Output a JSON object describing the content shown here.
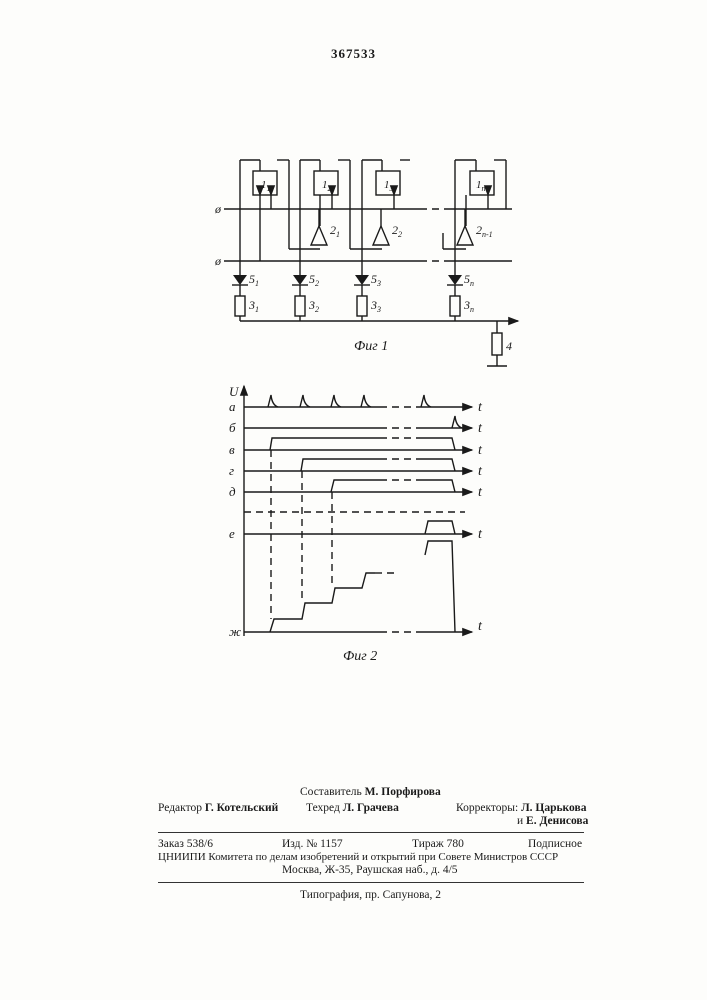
{
  "header": {
    "patent_number": "367533"
  },
  "fig1": {
    "caption": "Фиг 1",
    "blocks": [
      "1",
      "1",
      "1",
      "1"
    ],
    "block_subs": [
      "1",
      "2",
      "3",
      "n"
    ],
    "amps": [
      "2",
      "2",
      "2"
    ],
    "amp_subs": [
      "1",
      "2",
      "n-1"
    ],
    "diodes": [
      "5",
      "5",
      "5",
      "5"
    ],
    "diode_subs": [
      "1",
      "2",
      "3",
      "n"
    ],
    "resistors": [
      "3",
      "3",
      "3",
      "3"
    ],
    "resistor_subs": [
      "1",
      "2",
      "3",
      "n"
    ],
    "load_label": "4"
  },
  "fig2": {
    "caption": "Фиг 2",
    "axis_u": "U",
    "axis_t": "t",
    "row_labels": [
      "а",
      "б",
      "в",
      "г",
      "д",
      "е",
      "ж"
    ]
  },
  "imprint": {
    "composer_label": "Составитель",
    "composer_name": "М. Порфирова",
    "editor_label": "Редактор",
    "editor_name": "Г. Котельский",
    "techred_label": "Техред",
    "techred_name": "Л. Грачева",
    "correctors_label": "Корректоры:",
    "corrector1": "Л. Царькова",
    "corrector2_prefix": "и",
    "corrector2": "Е. Денисова",
    "order": "Заказ 538/6",
    "edition": "Изд. № 1157",
    "circulation": "Тираж 780",
    "subscription": "Подписное",
    "org_line1": "ЦНИИПИ Комитета по делам изобретений и открытий при Совете Министров СССР",
    "org_line2": "Москва, Ж-35, Раушская наб., д. 4/5",
    "printer": "Типография, пр. Сапунова, 2"
  }
}
